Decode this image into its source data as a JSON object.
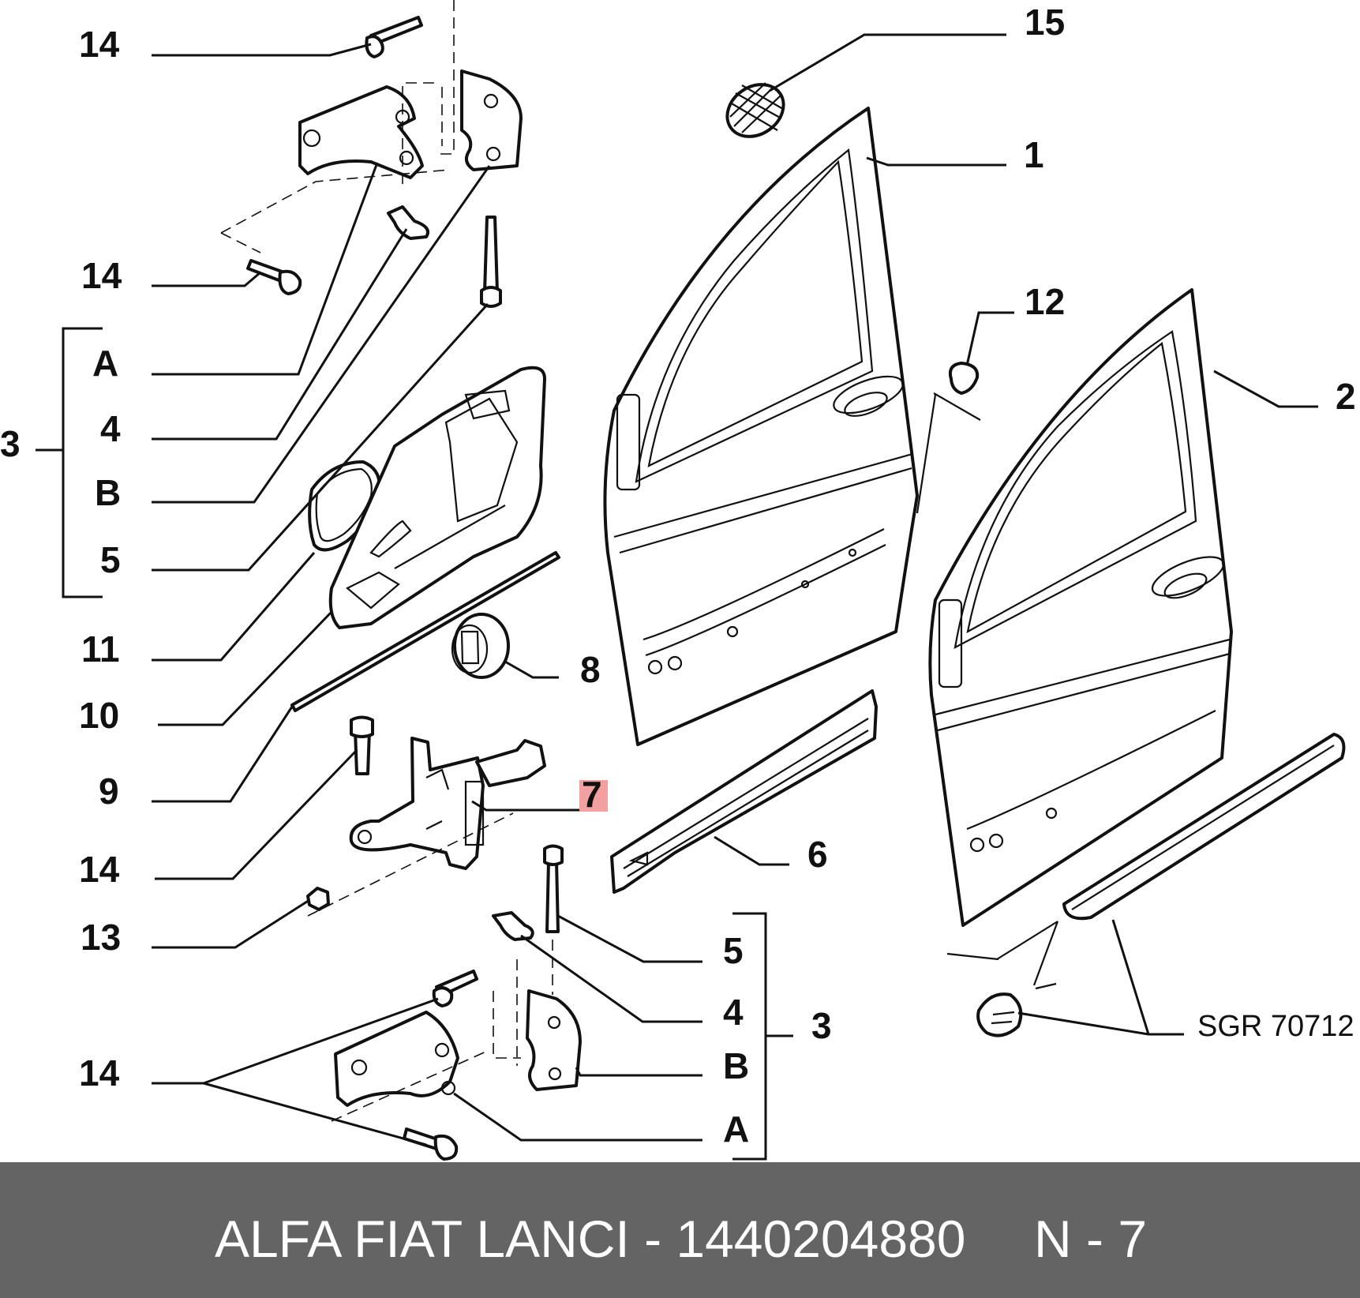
{
  "diagram": {
    "callouts": {
      "c14_top": "14",
      "c14_second": "14",
      "cA_left": "A",
      "c4_left": "4",
      "cB_left": "B",
      "c5_left": "5",
      "c3_left": "3",
      "c11": "11",
      "c10": "10",
      "c9": "9",
      "c14_third": "14",
      "c13": "13",
      "c14_bottom": "14",
      "c15": "15",
      "c1": "1",
      "c12": "12",
      "c2": "2",
      "c8": "8",
      "c7": "7",
      "c6": "6",
      "c5_right": "5",
      "c4_right": "4",
      "cB_right": "B",
      "cA_right": "A",
      "c3_right": "3"
    },
    "reference_code": "SGR 70712",
    "highlight_color": "#f3a0a0"
  },
  "footer": {
    "text": "ALFA FIAT LANCI - 1440204880",
    "suffix": "N - 7",
    "background": "#646464"
  }
}
